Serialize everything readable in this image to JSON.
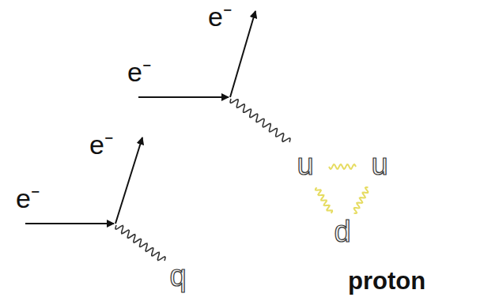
{
  "diagram": {
    "nodes": [
      {
        "text": [
          "proton"
        ]
      },
      {
        "text": [
          "u"
        ],
        "in": 0
      },
      {
        "text": [
          "u"
        ],
        "in": 0
      },
      {
        "text": [
          "d"
        ],
        "in": 0
      },
      {
        "text": [
          "q"
        ]
      }
    ],
    "edges": [
      {
        "from": 1,
        "to": 2,
        "arrow": "none"
      },
      {
        "from": 1,
        "to": 3,
        "arrow": "none"
      },
      {
        "from": 2,
        "to": 3,
        "arrow": "none"
      }
    ],
    "labels": [
      "e⁻",
      "e⁻",
      "e⁻",
      "e⁻"
    ]
  }
}
